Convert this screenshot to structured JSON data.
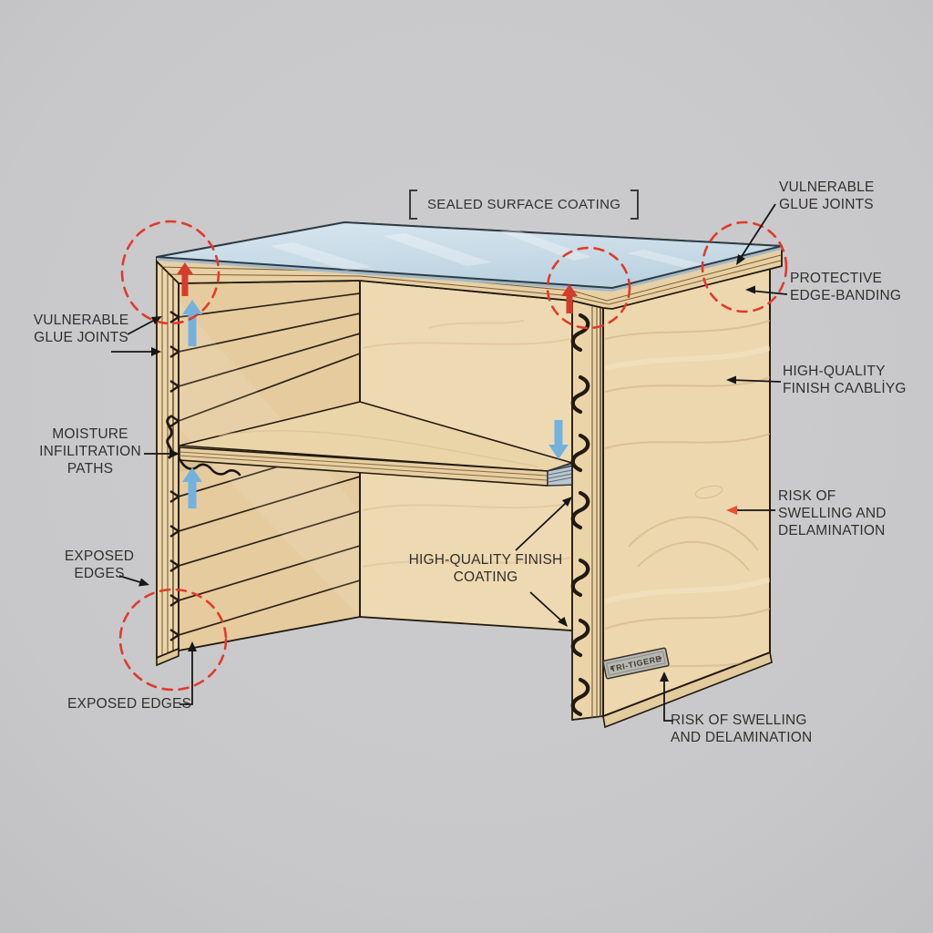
{
  "labels": {
    "sealed_surface_coating": {
      "text": "SEALED SURFACE COATING"
    },
    "vulnerable_glue_joints_right": {
      "line1": "VULNERABLE",
      "line2": "GLUE JOINTS"
    },
    "protective_edge_banding": {
      "line1": "PROTECTIVE",
      "line2": "EDGE-BANDING"
    },
    "high_quality_finish_right": {
      "line1": "HIGH-QUALITY",
      "line2": "FINISH CAΛBLİYG"
    },
    "risk_swelling_right": {
      "line1": "RISK OF",
      "line2": "SWELLING AND",
      "line3": "DELAMINATION"
    },
    "vulnerable_glue_joints_left": {
      "line1": "VULNERABLE",
      "line2": "GLUE JOINTS"
    },
    "moisture_infiltration": {
      "line1": "MOISTURE",
      "line2": "INFILITRATION",
      "line3": "PATHS"
    },
    "exposed_edges_upper": {
      "line1": "EXPOSED",
      "line2": "EDGES"
    },
    "exposed_edges_lower": {
      "text": "EXPOSED EDGES"
    },
    "high_quality_finish_center": {
      "line1": "HIGH-QUALITY FINISH",
      "line2": "COATING"
    },
    "risk_swelling_bottom": {
      "line1": "RISK OF SWELLING",
      "line2": "AND DELAMINATION"
    }
  },
  "plaque": {
    "text": "TRI-TIGERE"
  },
  "annotations": {
    "red_dashed_circles": [
      "top-left-corner",
      "top-center-joint",
      "top-right-corner",
      "bottom-left-edges"
    ],
    "arrow_counts": {
      "red_up": 2,
      "blue_up": 2,
      "blue_down": 1,
      "black_leaders": 10,
      "orange_leader_head": 1
    }
  },
  "colors": {
    "background": "#c9c9cb",
    "glass_top": "#cfe0ea",
    "wood_banding": "#e7d0a4",
    "wood_left_wall": "#e5cb9e",
    "wood_back_panel": "#eedab2",
    "wood_right_panel": "#ecd7ae",
    "wood_edge_strip": "#ecd6ab",
    "end_grain_blue": "#bac7d0",
    "outline": "#231b0e",
    "annotation_red": "#d63c2b",
    "dashed_circle_red": "#e23a2b",
    "arrow_blue": "#73b2df",
    "leader_black": "#161616",
    "orange_arrowhead": "#e8512e",
    "label_text": "#31302c",
    "plaque_gray": "#b7b7b1"
  }
}
